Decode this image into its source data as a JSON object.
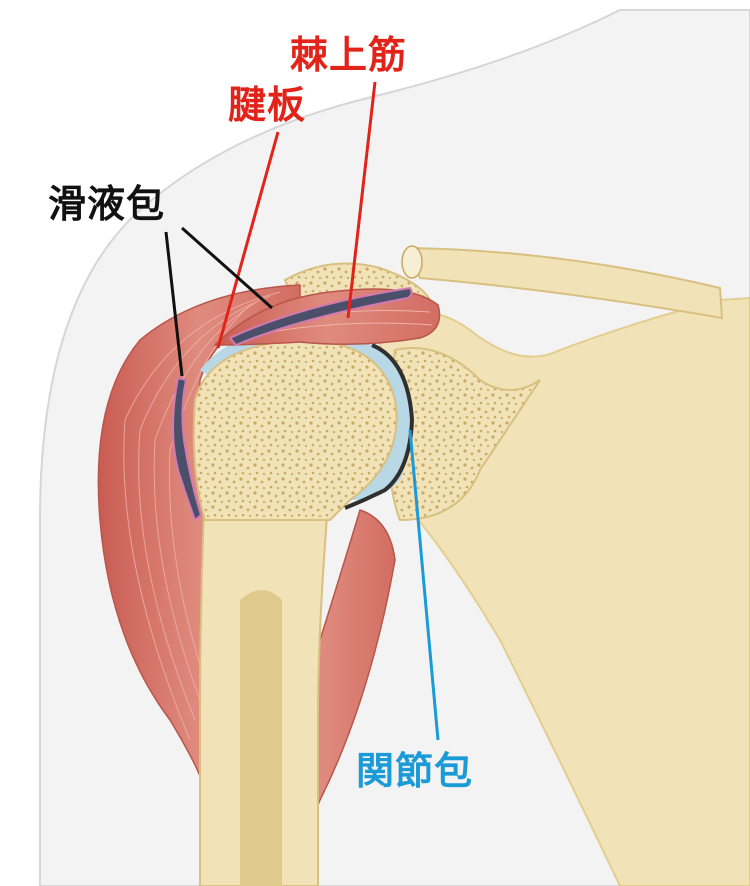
{
  "labels": {
    "supraspinatus": {
      "text": "棘上筋",
      "color": "#e2231a"
    },
    "tendon_plate": {
      "text": "腱板",
      "color": "#e2231a"
    },
    "bursa": {
      "text": "滑液包",
      "color": "#111111"
    },
    "capsule": {
      "text": "関節包",
      "color": "#1a9ad6"
    }
  },
  "colors": {
    "skin": "#f3f3f3",
    "skin_outline": "#d6d6d6",
    "bone": "#f1e3b7",
    "bone_dark": "#e3cd8f",
    "bone_dots": "#c9a964",
    "muscle": "#d8766a",
    "muscle_light": "#eab2a8",
    "cartilage": "#b9d8e6",
    "bursa_fill": "#4a4f6a",
    "bursa_edge": "#d27ab0"
  }
}
